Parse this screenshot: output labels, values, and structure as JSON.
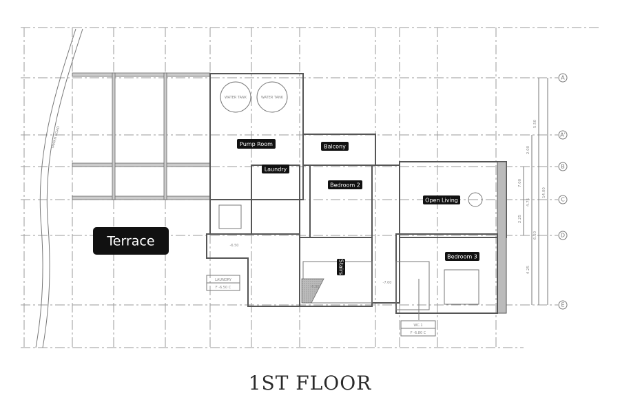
{
  "title": "1ST FLOOR",
  "rooms": {
    "terrace": "Terrace",
    "pump_room": "Pump Room",
    "balcony": "Balcony",
    "laundry": "Laundry",
    "bedroom2": "Bedroom 2",
    "open_living": "Open Living",
    "stairs": "Stairs",
    "bedroom3": "Bedroom 3"
  },
  "annotations": {
    "water_tank_1": "WATER TANK",
    "water_tank_2": "WATER TANK",
    "road": "TAWAN ROAD",
    "laundry_tag": "LAUNDRY",
    "laundry_level": "F  -6.50  C",
    "wc_tag": "WC.1",
    "wc_level": "F  -6.80  C",
    "level_650": "-6.50",
    "level_700": "-7.00",
    "level_690": "-6.90"
  },
  "grid_axes": [
    "A",
    "A'",
    "B",
    "C",
    "D",
    "E"
  ],
  "dimensions": [
    "5.50",
    "2.00",
    "7.00",
    "2.25",
    "4.75",
    "14.00",
    "4.25",
    "6.50"
  ],
  "colors": {
    "label_bg": "#111111",
    "label_text": "#ffffff",
    "lines": "#777777"
  }
}
